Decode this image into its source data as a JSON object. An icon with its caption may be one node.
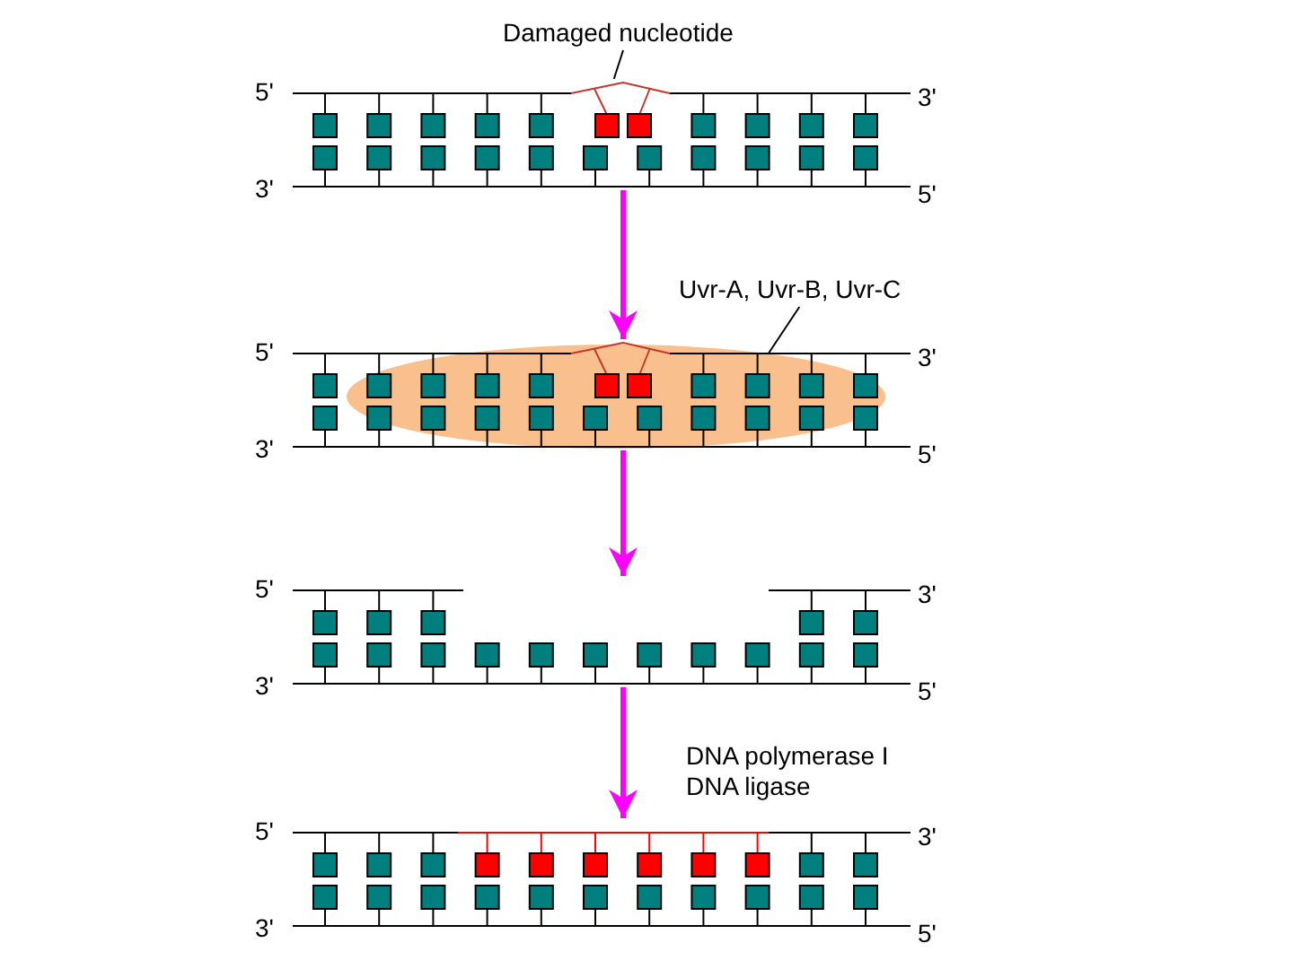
{
  "diagram": {
    "nodes": [
      {
        "text": [
          "Damaged nucleotide"
        ]
      },
      {
        "text": [],
        "shape": "picture"
      },
      {
        "text": [
          "Uvr-A, Uvr-B, Uvr-C"
        ]
      },
      {
        "text": [],
        "shape": "picture"
      },
      {
        "text": [],
        "shape": "ellipse"
      },
      {
        "text": [],
        "shape": "picture"
      },
      {
        "text": [],
        "shape": "picture"
      }
    ],
    "edges": [
      {
        "from": 0,
        "to": 1,
        "arrow": "none",
        "color": "#000000"
      },
      {
        "from": 1,
        "to": 3,
        "arrow": "to"
      },
      {
        "from": 2,
        "to": 4,
        "arrow": "none",
        "color": "#000000"
      },
      {
        "from": 3,
        "to": 5,
        "arrow": "to"
      },
      {
        "from": 5,
        "to": 6,
        "arrow": "to",
        "label": "DNA polymerase I DNA ligase"
      }
    ],
    "labels": [
      "5'",
      "3'",
      "3'",
      "5'",
      "5'",
      "3'",
      "3'",
      "5'",
      "5'",
      "3'",
      "3'",
      "5'",
      "5'",
      "3'",
      "3'",
      "5'"
    ]
  }
}
